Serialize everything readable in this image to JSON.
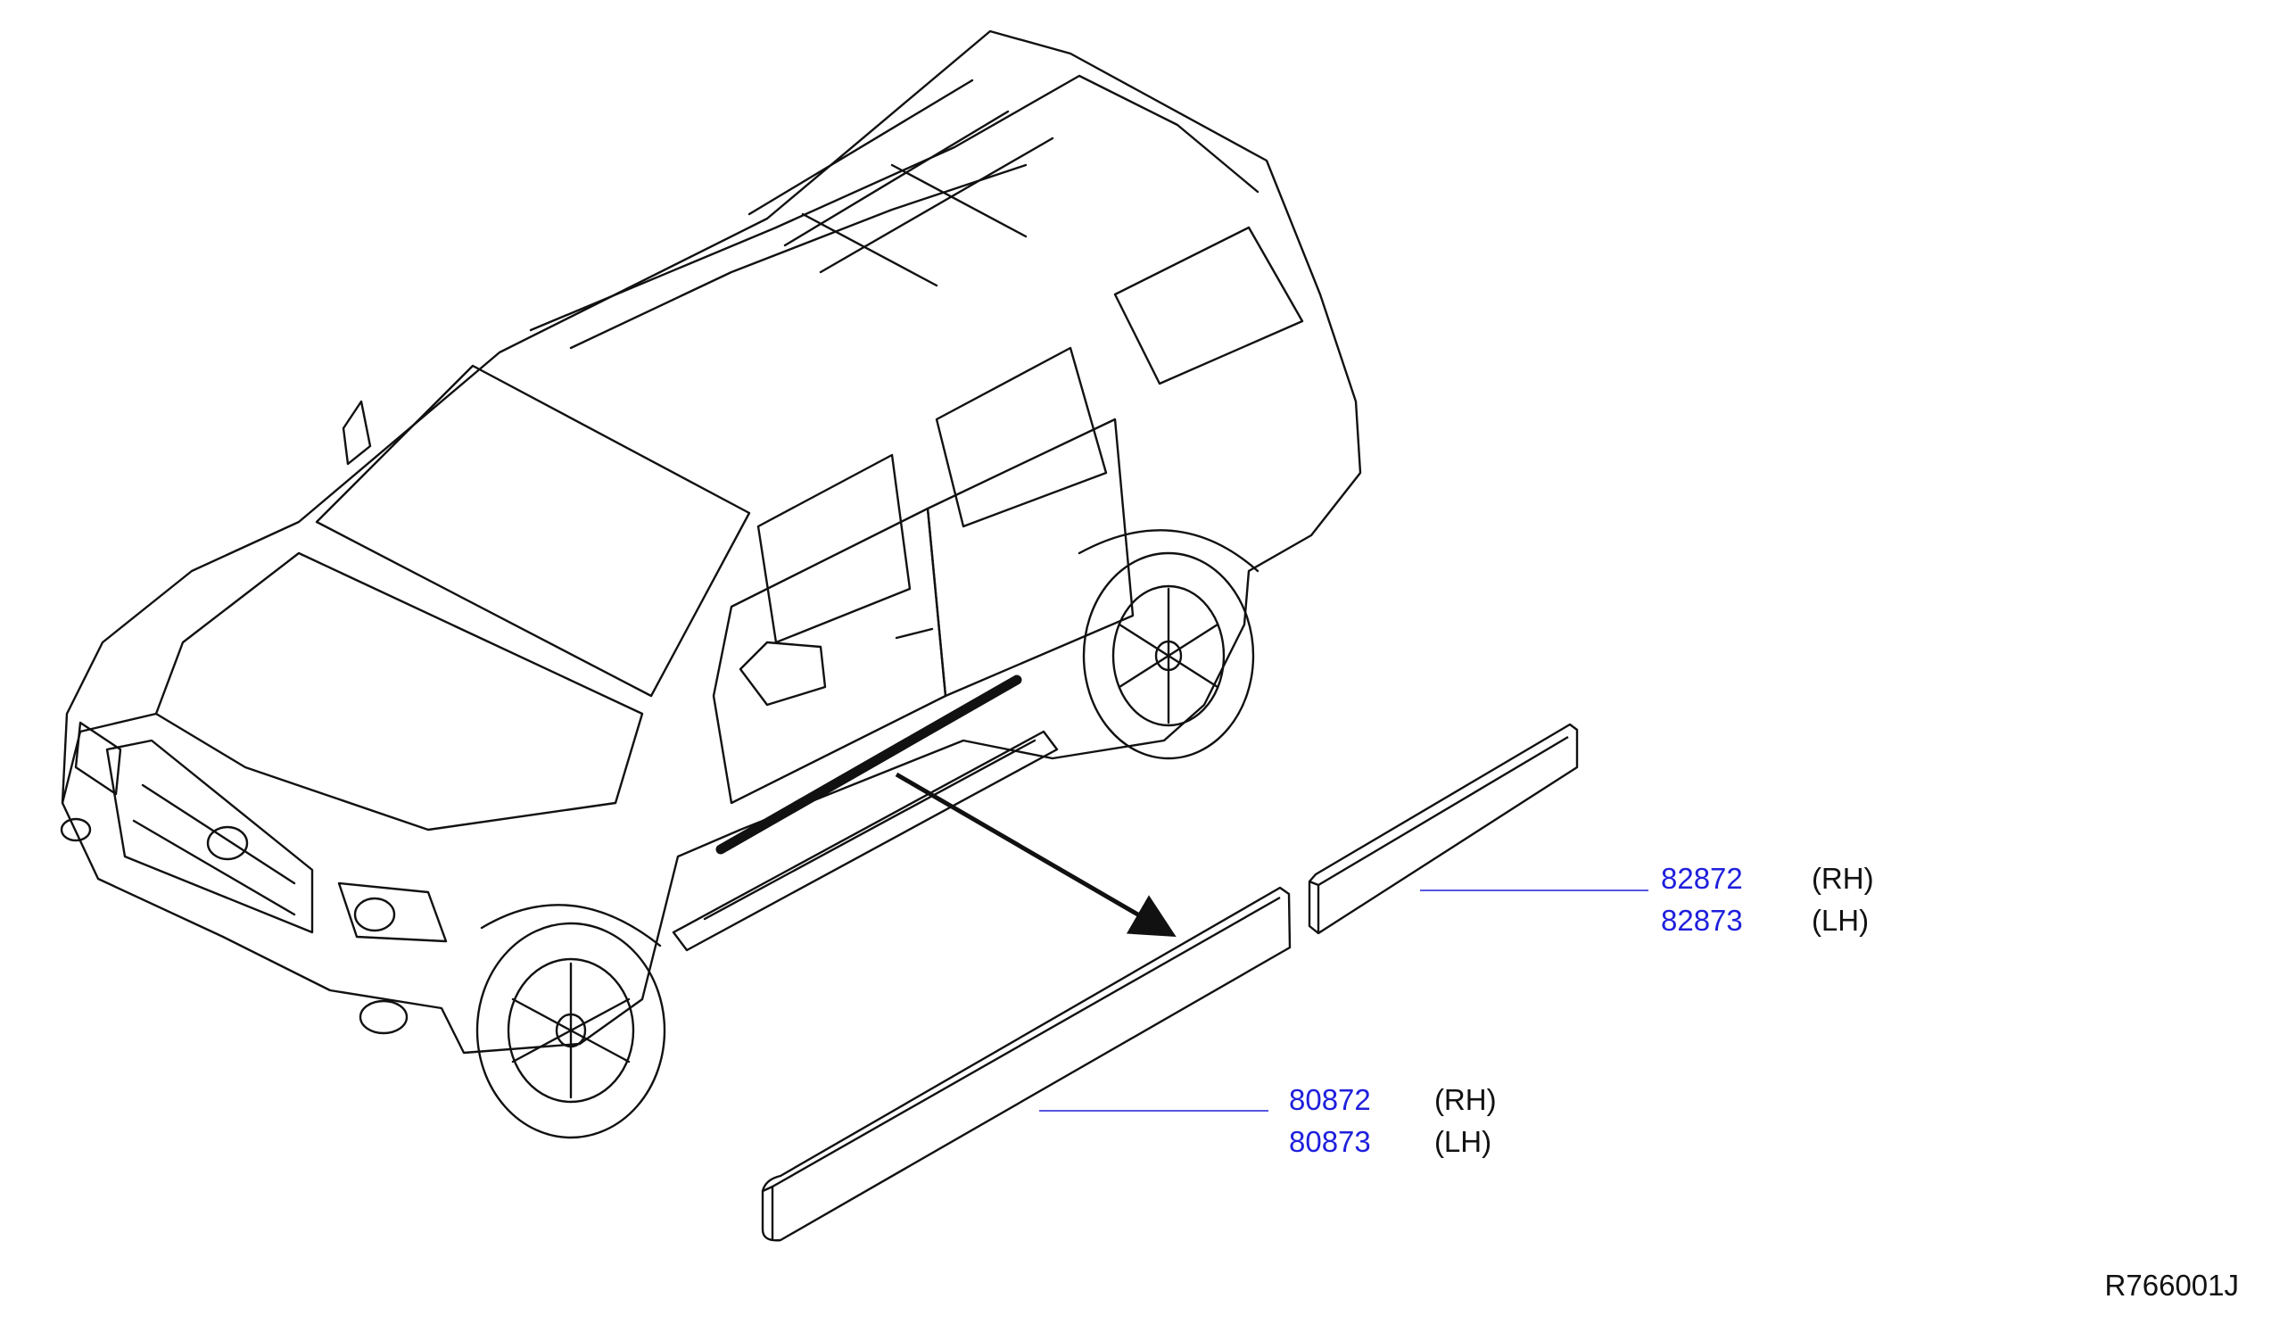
{
  "diagram": {
    "reference_code": "R766001J",
    "callouts": [
      {
        "part_number": "82872",
        "side": "(RH)"
      },
      {
        "part_number": "82873",
        "side": "(LH)"
      },
      {
        "part_number": "80872",
        "side": "(RH)"
      },
      {
        "part_number": "80873",
        "side": "(LH)"
      }
    ],
    "colors": {
      "part_number": "#1f1fdc",
      "line_art": "#111111",
      "leader_line": "#1f1fdc",
      "background": "#ffffff"
    }
  }
}
